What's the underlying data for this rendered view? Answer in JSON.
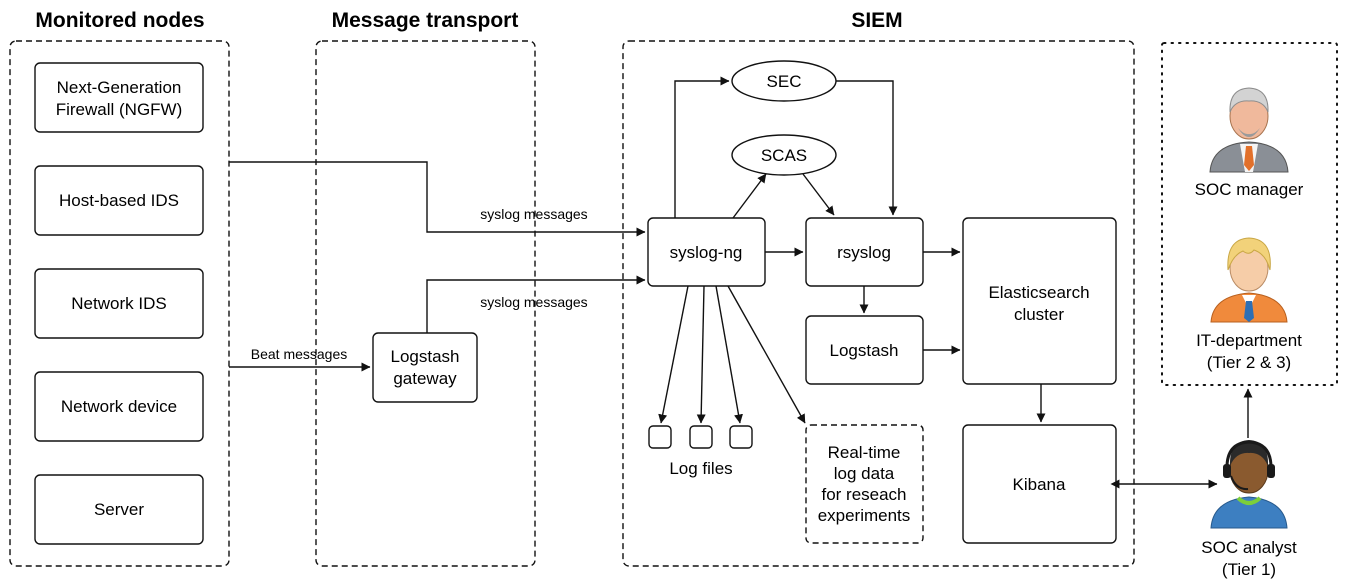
{
  "regions": {
    "monitored": "Monitored nodes",
    "transport": "Message transport",
    "siem": "SIEM"
  },
  "nodes": {
    "ngfw": [
      "Next-Generation",
      "Firewall (NGFW)"
    ],
    "hids": "Host-based IDS",
    "nids": "Network IDS",
    "netdev": "Network device",
    "server": "Server",
    "lsgw": [
      "Logstash",
      "gateway"
    ],
    "sec": "SEC",
    "scas": "SCAS",
    "syslogng": "syslog-ng",
    "rsyslog": "rsyslog",
    "logstash": "Logstash",
    "es": [
      "Elasticsearch",
      "cluster"
    ],
    "kibana": "Kibana",
    "logfiles": "Log files",
    "realtime": [
      "Real-time",
      "log data",
      "for reseach",
      "experiments"
    ]
  },
  "edge_labels": {
    "syslog1": "syslog messages",
    "syslog2": "syslog messages",
    "beat": "Beat messages"
  },
  "people": {
    "manager": [
      "SOC manager"
    ],
    "it": [
      "IT-department",
      "(Tier 2 & 3)"
    ],
    "analyst": [
      "SOC analyst",
      "(Tier 1)"
    ]
  },
  "colors": {
    "manager_suit": "#8a8f96",
    "manager_tie": "#e2702a",
    "it_shirt": "#f08a3c",
    "it_hair": "#f2d27a",
    "analyst_hoodie": "#3d7fc1",
    "analyst_skin": "#8a5a2f"
  }
}
